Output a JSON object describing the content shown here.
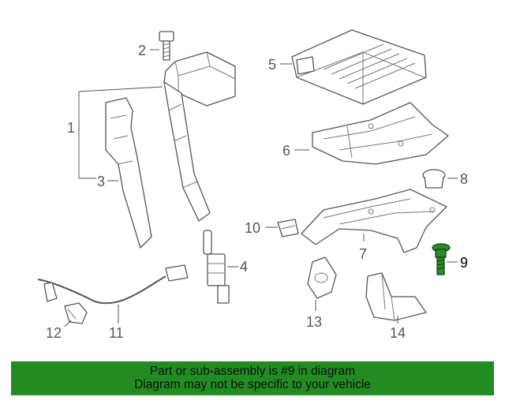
{
  "callouts": [
    {
      "id": 1,
      "label": "1"
    },
    {
      "id": 2,
      "label": "2"
    },
    {
      "id": 3,
      "label": "3"
    },
    {
      "id": 4,
      "label": "4"
    },
    {
      "id": 5,
      "label": "5"
    },
    {
      "id": 6,
      "label": "6"
    },
    {
      "id": 7,
      "label": "7"
    },
    {
      "id": 8,
      "label": "8"
    },
    {
      "id": 9,
      "label": "9"
    },
    {
      "id": 10,
      "label": "10"
    },
    {
      "id": 11,
      "label": "11"
    },
    {
      "id": 12,
      "label": "12"
    },
    {
      "id": 13,
      "label": "13"
    },
    {
      "id": 14,
      "label": "14"
    }
  ],
  "highlighted_part": 9,
  "highlight_color": "#228b22",
  "banner": {
    "line1": "Part or sub-assembly is #9 in diagram",
    "line2": "Diagram may not be specific to your vehicle"
  }
}
